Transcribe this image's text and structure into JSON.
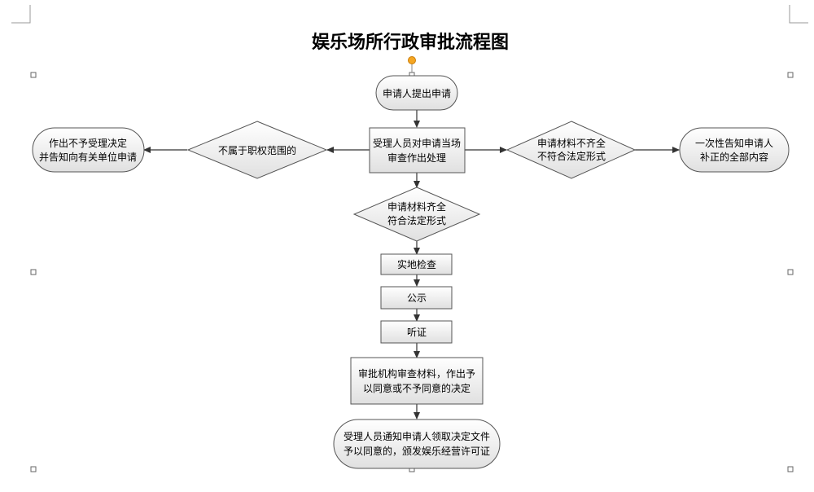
{
  "title": "娱乐场所行政审批流程图",
  "nodes": {
    "apply": "申请人提出申请",
    "review": [
      "受理人员对申请当场",
      "审查作出处理"
    ],
    "not_in_scope": "不属于职权范围的",
    "reject_notice": [
      "作出不予受理决定",
      "并告知向有关单位申请"
    ],
    "incomplete": [
      "申请材料不齐全",
      "不符合法定形式"
    ],
    "inform_once": [
      "一次性告知申请人",
      "补正的全部内容"
    ],
    "complete": [
      "申请材料齐全",
      "符合法定形式"
    ],
    "site_check": "实地检查",
    "publicity": "公示",
    "hearing": "听证",
    "decision": [
      "审批机构审查材料，作出予",
      "以同意或不予同意的决定"
    ],
    "notify": [
      "受理人员通知申请人领取决定文件",
      "予以同意的，颁发娱乐经营许可证"
    ]
  },
  "colors": {
    "stroke": "#555555",
    "fill_top": "#ffffff",
    "fill_bottom": "#e3e3e3",
    "handle": "#f5a623"
  }
}
